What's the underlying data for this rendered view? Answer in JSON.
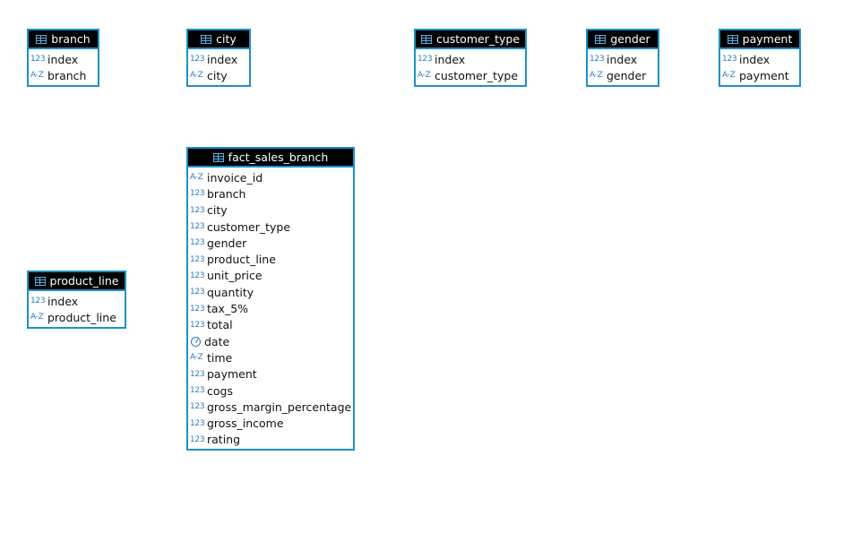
{
  "entities": [
    {
      "id": "branch",
      "title": "branch",
      "columns": [
        {
          "type": "number",
          "type_label": "123",
          "name": "index"
        },
        {
          "type": "text",
          "type_label": "A-Z",
          "name": "branch"
        }
      ]
    },
    {
      "id": "city",
      "title": "city",
      "columns": [
        {
          "type": "number",
          "type_label": "123",
          "name": "index"
        },
        {
          "type": "text",
          "type_label": "A-Z",
          "name": "city"
        }
      ]
    },
    {
      "id": "customer_type",
      "title": "customer_type",
      "columns": [
        {
          "type": "number",
          "type_label": "123",
          "name": "index"
        },
        {
          "type": "text",
          "type_label": "A-Z",
          "name": "customer_type"
        }
      ]
    },
    {
      "id": "gender",
      "title": "gender",
      "columns": [
        {
          "type": "number",
          "type_label": "123",
          "name": "index"
        },
        {
          "type": "text",
          "type_label": "A-Z",
          "name": "gender"
        }
      ]
    },
    {
      "id": "payment",
      "title": "payment",
      "columns": [
        {
          "type": "number",
          "type_label": "123",
          "name": "index"
        },
        {
          "type": "text",
          "type_label": "A-Z",
          "name": "payment"
        }
      ]
    },
    {
      "id": "fact_sales_branch",
      "title": "fact_sales_branch",
      "columns": [
        {
          "type": "text",
          "type_label": "A-Z",
          "name": "invoice_id"
        },
        {
          "type": "number",
          "type_label": "123",
          "name": "branch"
        },
        {
          "type": "number",
          "type_label": "123",
          "name": "city"
        },
        {
          "type": "number",
          "type_label": "123",
          "name": "customer_type"
        },
        {
          "type": "number",
          "type_label": "123",
          "name": "gender"
        },
        {
          "type": "number",
          "type_label": "123",
          "name": "product_line"
        },
        {
          "type": "number",
          "type_label": "123",
          "name": "unit_price"
        },
        {
          "type": "number",
          "type_label": "123",
          "name": "quantity"
        },
        {
          "type": "number",
          "type_label": "123",
          "name": "tax_5%"
        },
        {
          "type": "number",
          "type_label": "123",
          "name": "total"
        },
        {
          "type": "date",
          "type_label": "",
          "name": "date"
        },
        {
          "type": "text",
          "type_label": "A-Z",
          "name": "time"
        },
        {
          "type": "number",
          "type_label": "123",
          "name": "payment"
        },
        {
          "type": "number",
          "type_label": "123",
          "name": "cogs"
        },
        {
          "type": "number",
          "type_label": "123",
          "name": "gross_margin_percentage"
        },
        {
          "type": "number",
          "type_label": "123",
          "name": "gross_income"
        },
        {
          "type": "number",
          "type_label": "123",
          "name": "rating"
        }
      ]
    },
    {
      "id": "product_line",
      "title": "product_line",
      "columns": [
        {
          "type": "number",
          "type_label": "123",
          "name": "index"
        },
        {
          "type": "text",
          "type_label": "A-Z",
          "name": "product_line"
        }
      ]
    }
  ],
  "colors": {
    "border": "#1f8fc7",
    "header_bg": "#000000",
    "header_text": "#ffffff",
    "type_icon": "#2a7fb8"
  }
}
